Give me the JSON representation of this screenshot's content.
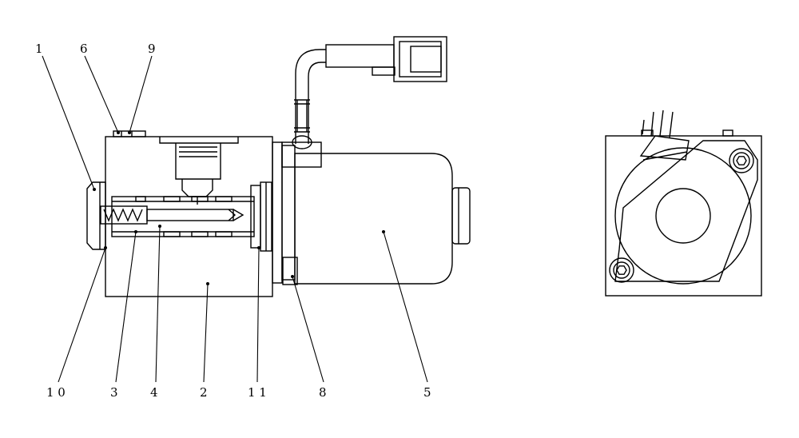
{
  "labels": {
    "l1": "1",
    "l6": "6",
    "l9": "9",
    "l10": "1 0",
    "l3": "3",
    "l4": "4",
    "l2": "2",
    "l11": "1 1",
    "l8": "8",
    "l5": "5"
  }
}
